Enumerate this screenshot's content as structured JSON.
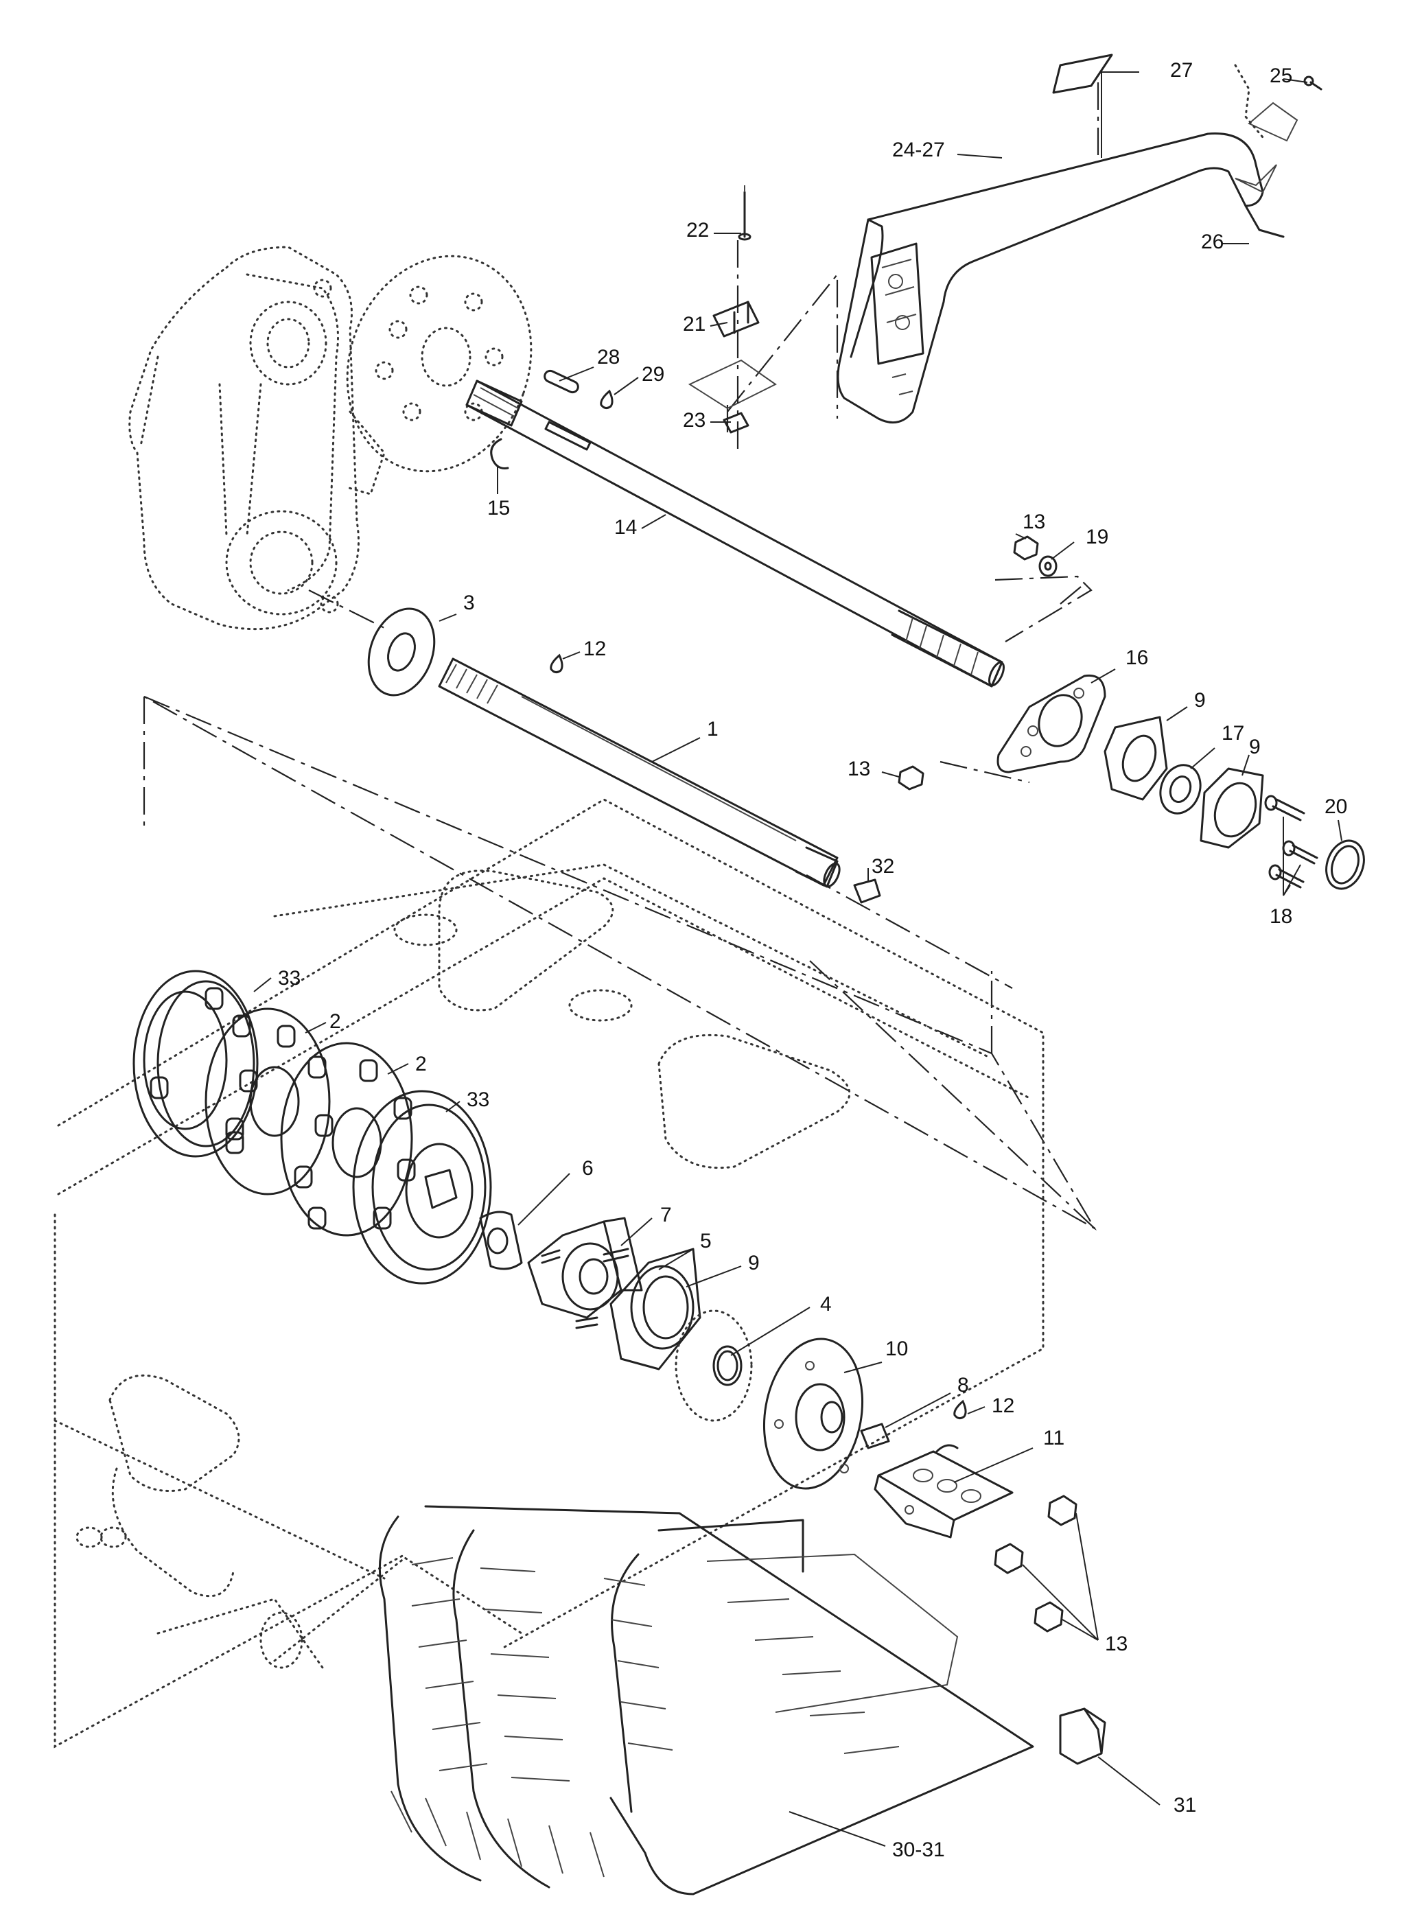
{
  "callouts": [
    {
      "id": "c27",
      "text": "27"
    },
    {
      "id": "c25",
      "text": "25"
    },
    {
      "id": "c24_27",
      "text": "24-27"
    },
    {
      "id": "c26",
      "text": "26"
    },
    {
      "id": "c22",
      "text": "22"
    },
    {
      "id": "c21",
      "text": "21"
    },
    {
      "id": "c28",
      "text": "28"
    },
    {
      "id": "c29",
      "text": "29"
    },
    {
      "id": "c23",
      "text": "23"
    },
    {
      "id": "c15",
      "text": "15"
    },
    {
      "id": "c14",
      "text": "14"
    },
    {
      "id": "c13a",
      "text": "13"
    },
    {
      "id": "c19",
      "text": "19"
    },
    {
      "id": "c3",
      "text": "3"
    },
    {
      "id": "c12a",
      "text": "12"
    },
    {
      "id": "c16",
      "text": "16"
    },
    {
      "id": "c9a",
      "text": "9"
    },
    {
      "id": "c17",
      "text": "17"
    },
    {
      "id": "c9b",
      "text": "9"
    },
    {
      "id": "c1",
      "text": "1"
    },
    {
      "id": "c13b",
      "text": "13"
    },
    {
      "id": "c20",
      "text": "20"
    },
    {
      "id": "c32",
      "text": "32"
    },
    {
      "id": "c18",
      "text": "18"
    },
    {
      "id": "c33a",
      "text": "33"
    },
    {
      "id": "c2a",
      "text": "2"
    },
    {
      "id": "c2b",
      "text": "2"
    },
    {
      "id": "c33b",
      "text": "33"
    },
    {
      "id": "c6",
      "text": "6"
    },
    {
      "id": "c7",
      "text": "7"
    },
    {
      "id": "c5",
      "text": "5"
    },
    {
      "id": "c9c",
      "text": "9"
    },
    {
      "id": "c4",
      "text": "4"
    },
    {
      "id": "c10",
      "text": "10"
    },
    {
      "id": "c8",
      "text": "8"
    },
    {
      "id": "c12b",
      "text": "12"
    },
    {
      "id": "c11",
      "text": "11"
    },
    {
      "id": "c13c",
      "text": "13"
    },
    {
      "id": "c31",
      "text": "31"
    },
    {
      "id": "c30_31",
      "text": "30-31"
    }
  ]
}
